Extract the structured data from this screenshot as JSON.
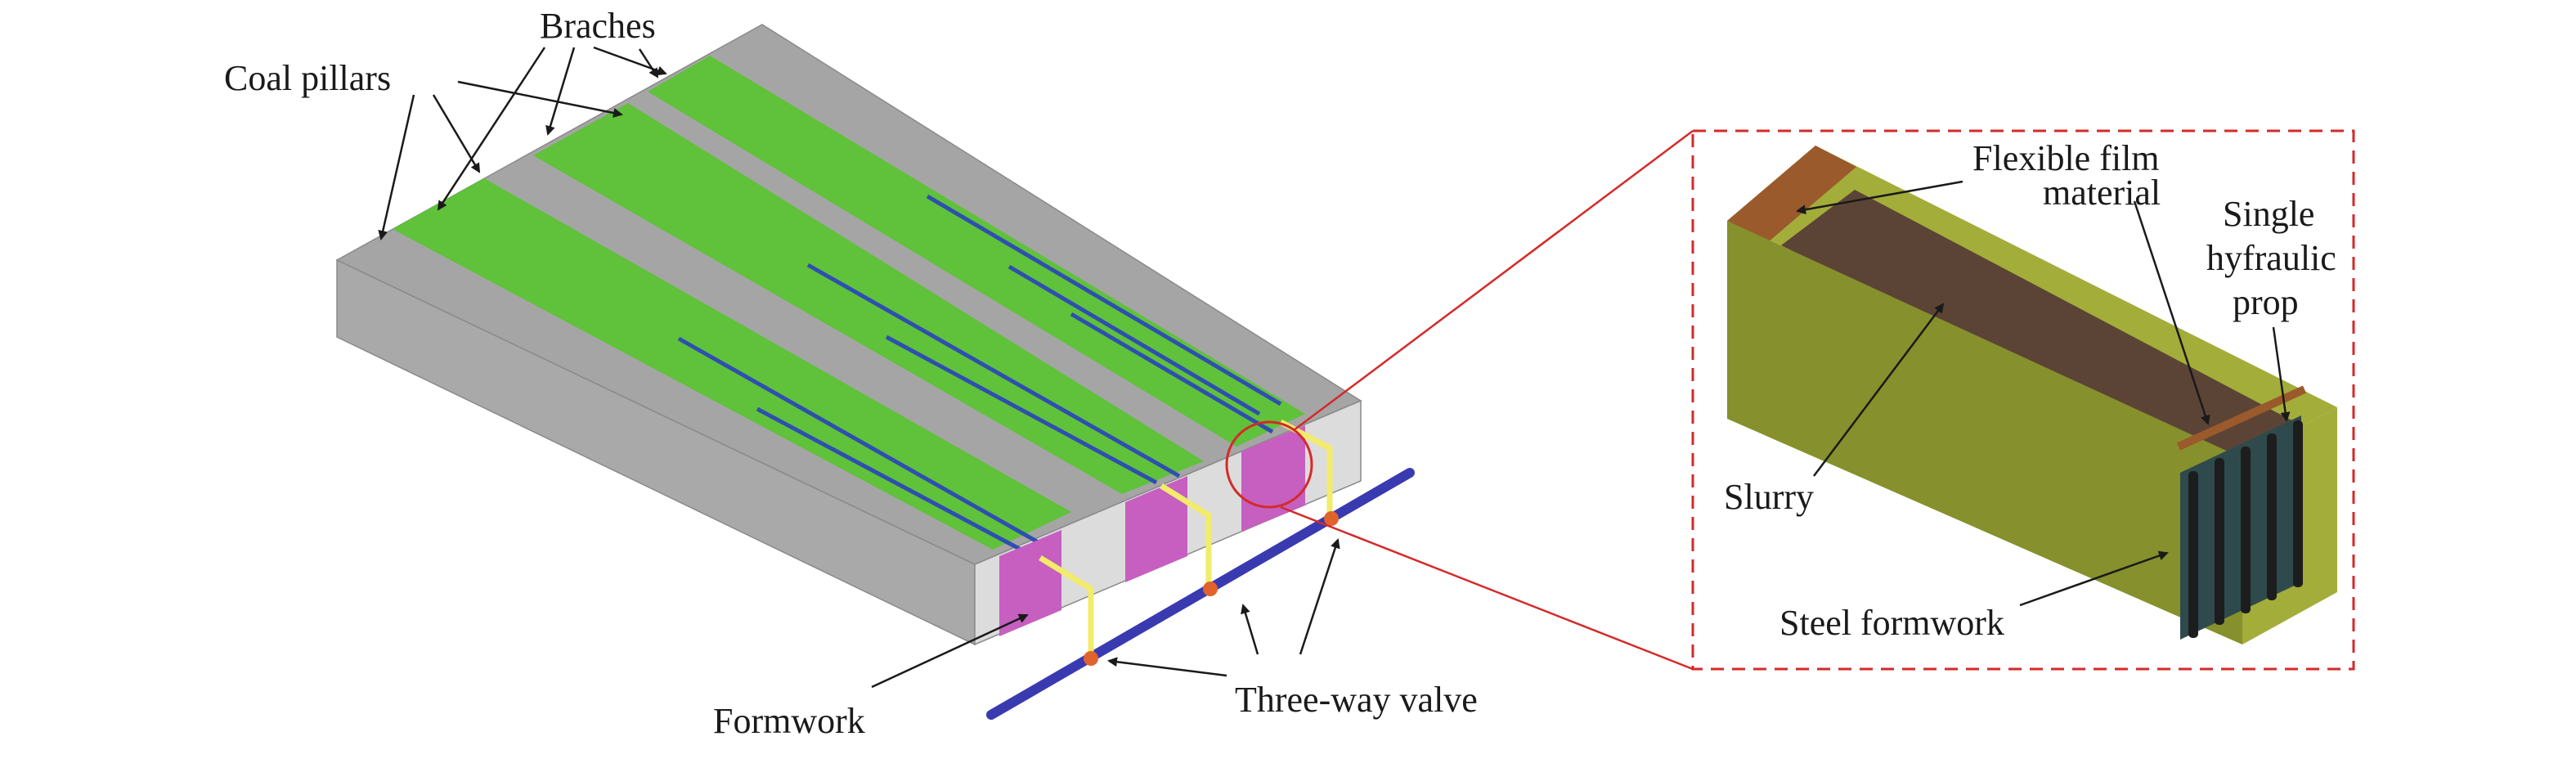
{
  "labels": {
    "coal_pillars": "Coal pillars",
    "braches": "Braches",
    "formwork": "Formwork",
    "three_way_valve": "Three-way valve",
    "flexible_film_line1": "Flexible film",
    "flexible_film_line2": "material",
    "single_prop_line1": "Single",
    "single_prop_line2": "hyfraulic",
    "single_prop_line3": "prop",
    "slurry": "Slurry",
    "steel_formwork": "Steel formwork"
  },
  "colors": {
    "block_top": "#a5a5a5",
    "block_front": "#a9a9a9",
    "block_end": "#dcdcdc",
    "branch_green": "#5fc23a",
    "drill_line": "#2f4fb0",
    "formwork_pink": "#c65fc0",
    "pipe_yellow": "#f2ec6a",
    "main_pipe": "#3a3ab0",
    "valve_orange": "#e0632e",
    "callout_red": "#d32a2a",
    "box_olive": "#86902c",
    "box_olive_light": "#a3ad3a",
    "film_brown": "#9a5a2c",
    "slurry_brown": "#5b4436",
    "prop_dark": "#1d1d1d",
    "steel_teal": "#2e4a4c"
  }
}
